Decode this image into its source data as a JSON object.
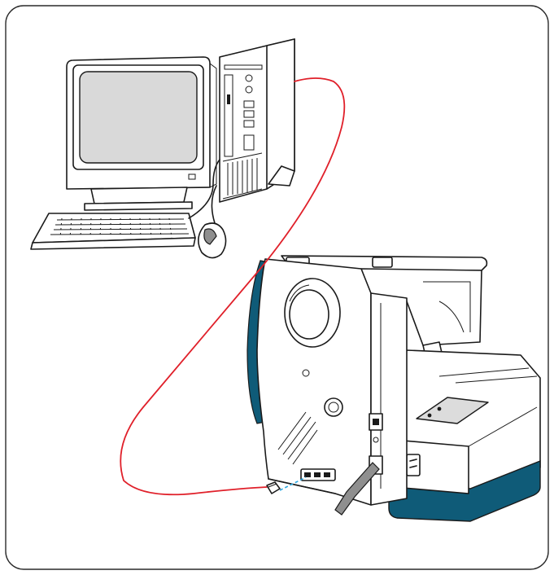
{
  "diagram": {
    "description_free": true,
    "colors": {
      "cable": "#e0202a",
      "usb_link": "#2aa6e0",
      "machine_accent": "#0f5b78",
      "screen": "#d9d9d9",
      "outline": "#1a1a1a"
    },
    "parts": {
      "computer": [
        "monitor",
        "tower",
        "keyboard",
        "mouse"
      ],
      "sewing_machine": [
        "body",
        "handwheel",
        "power-switch",
        "power-cord",
        "usb-ports",
        "embroidery-unit"
      ],
      "connection": [
        "usb-cable",
        "usb-plug"
      ]
    }
  }
}
